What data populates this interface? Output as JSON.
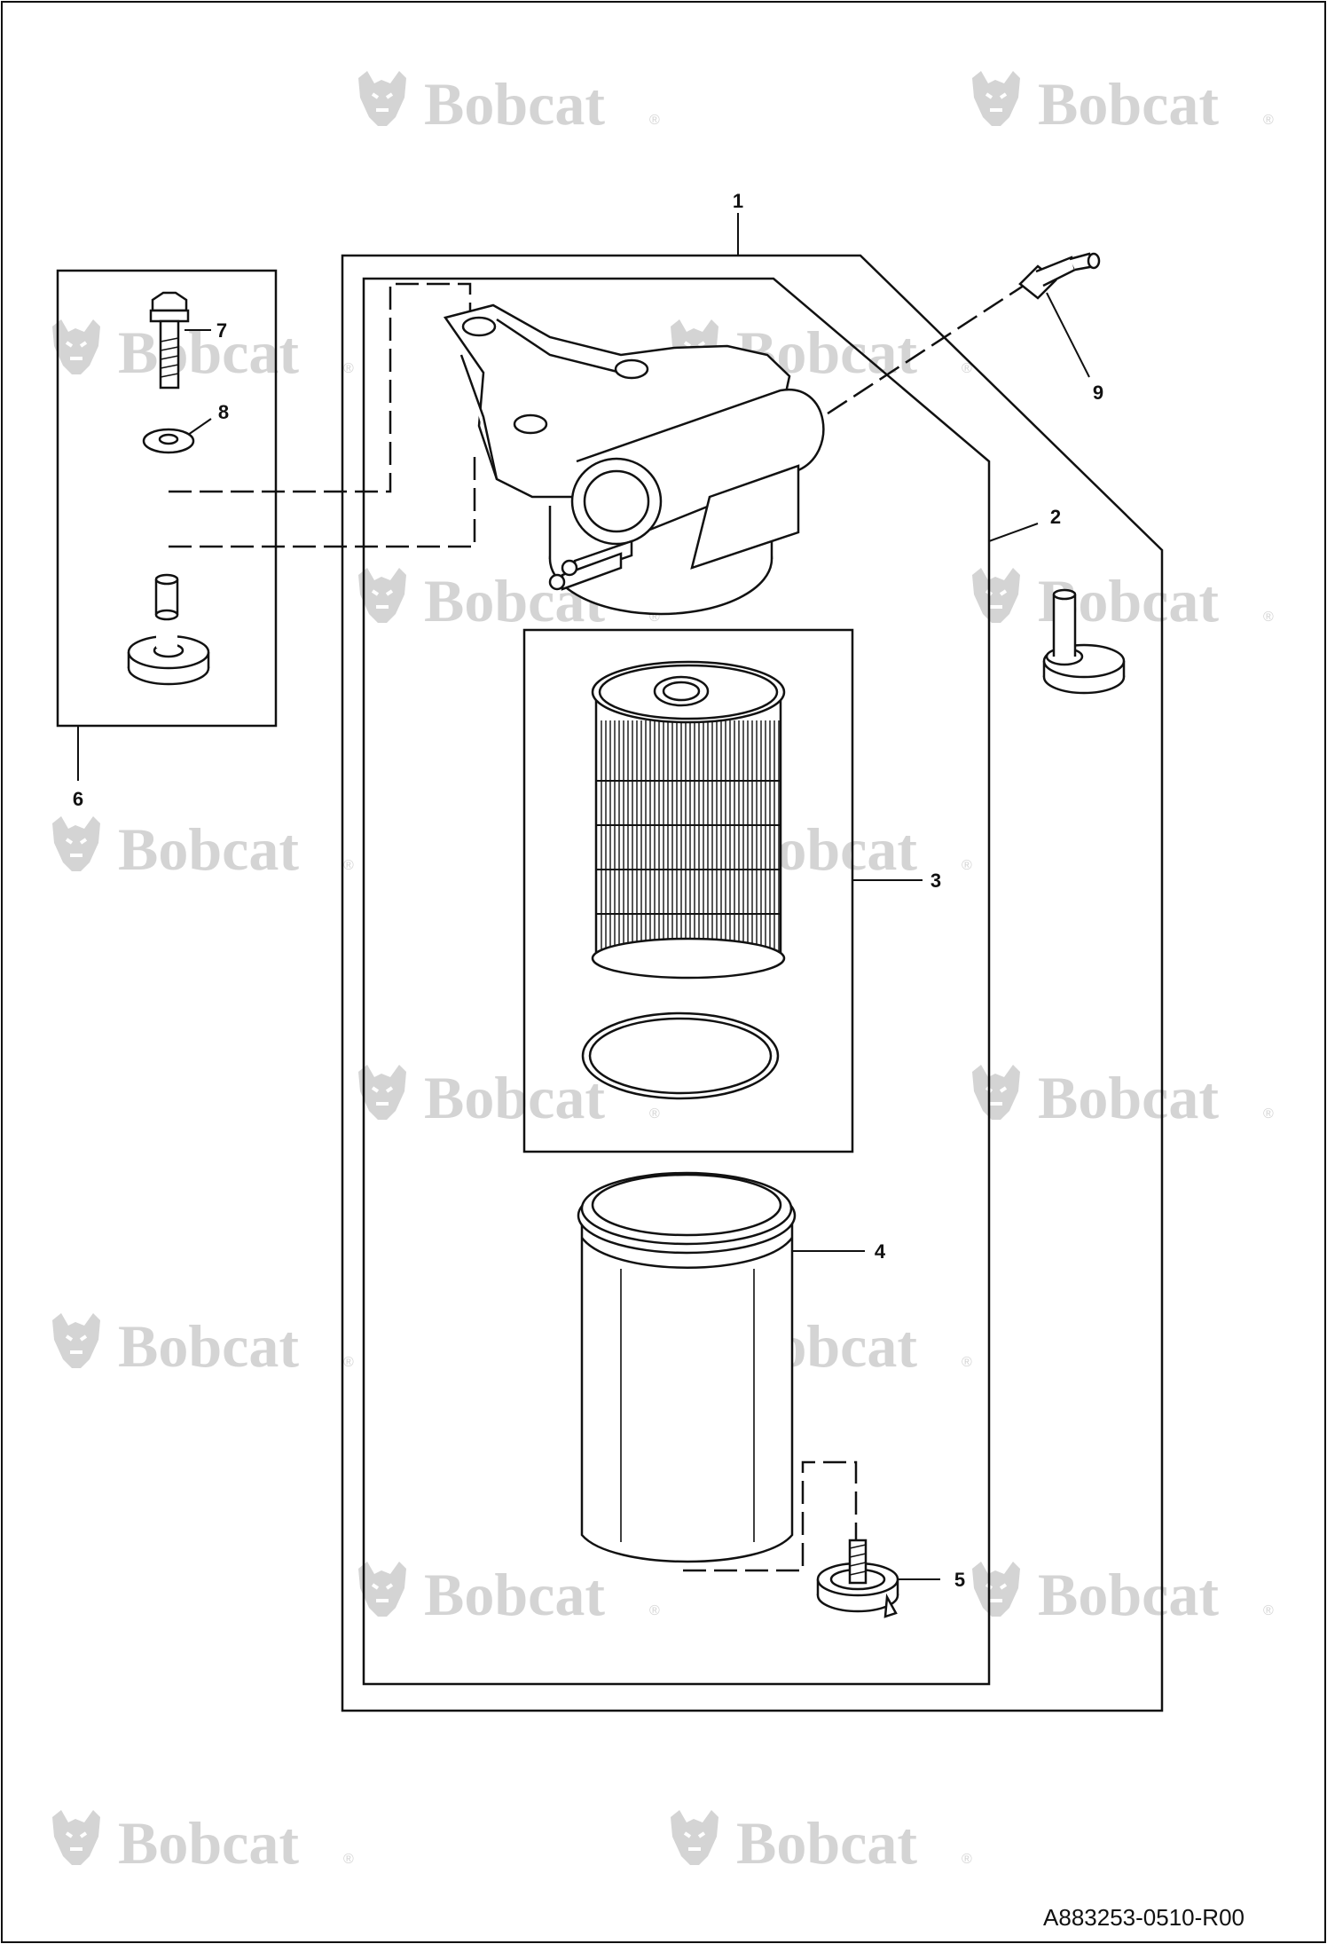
{
  "watermark": {
    "brand": "Bobcat",
    "reg_mark": "®"
  },
  "callouts": [
    {
      "id": "1",
      "label": "1"
    },
    {
      "id": "2",
      "label": "2"
    },
    {
      "id": "3",
      "label": "3"
    },
    {
      "id": "4",
      "label": "4"
    },
    {
      "id": "5",
      "label": "5"
    },
    {
      "id": "6",
      "label": "6"
    },
    {
      "id": "7",
      "label": "7"
    },
    {
      "id": "8",
      "label": "8"
    },
    {
      "id": "9",
      "label": "9"
    }
  ],
  "drawing_id": "A883253-0510-R00",
  "colors": {
    "line": "#111111",
    "watermark": "#d4d4d4",
    "background": "#ffffff"
  }
}
